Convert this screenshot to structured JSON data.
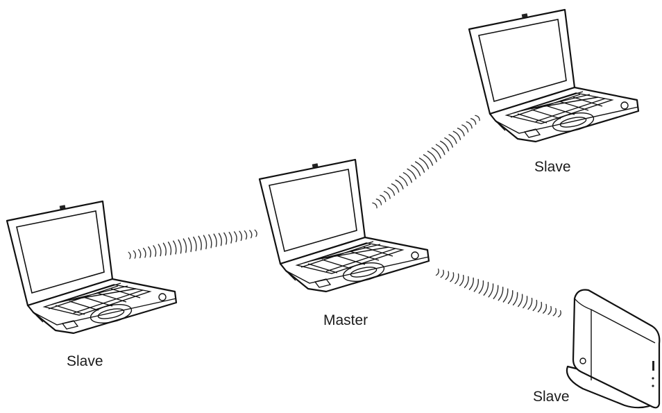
{
  "nodes": {
    "master": {
      "label": "Master"
    },
    "slave_left": {
      "label": "Slave"
    },
    "slave_top_right": {
      "label": "Slave"
    },
    "slave_bottom_right": {
      "label": "Slave"
    }
  },
  "icons": {
    "laptop": "laptop-icon",
    "base_station": "base-station-icon",
    "signal": "wireless-signal-icon"
  }
}
